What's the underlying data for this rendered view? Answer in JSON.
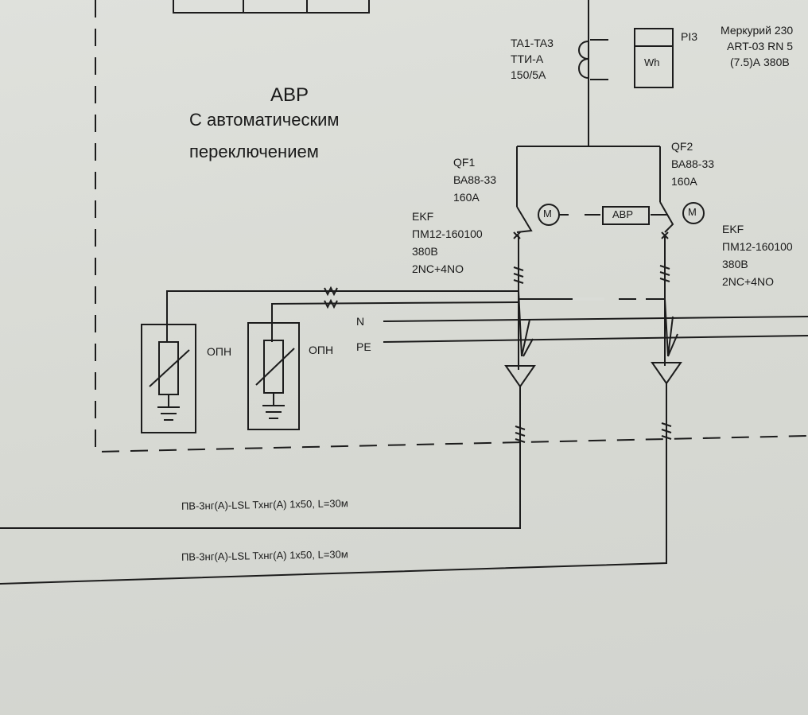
{
  "block": {
    "title": "АВР",
    "subtitle_line1": "С автоматическим",
    "subtitle_line2": "переключением"
  },
  "ct": {
    "line1": "TA1-TA3",
    "line2": "ТТИ-А",
    "line3": "150/5A"
  },
  "meter": {
    "tag": "PI3",
    "symbol": "Wh",
    "desc_line1": "Меркурий 230",
    "desc_line2": "ART-03 RN 5",
    "desc_line3": "(7.5)А 380В"
  },
  "qf1": {
    "line1": "QF1",
    "line2": "ВА88-33",
    "line3": "160А"
  },
  "qf2": {
    "line1": "QF2",
    "line2": "ВА88-33",
    "line3": "160А"
  },
  "contactor_left": {
    "line1": "EKF",
    "line2": "ПМ12-160100",
    "line3": "380В",
    "line4": "2NC+4NO"
  },
  "contactor_right": {
    "line1": "EKF",
    "line2": "ПМ12-160100",
    "line3": "380В",
    "line4": "2NC+4NO"
  },
  "avr_box": "АВР",
  "motor_symbol": "M",
  "bus": {
    "n": "N",
    "pe": "PE"
  },
  "surge": {
    "label1": "ОПН",
    "label2": "ОПН"
  },
  "cables": {
    "cable1": "ПВ-3нг(А)-LSL Тхнг(А) 1х50, L=30м",
    "cable2": "ПВ-3нг(А)-LSL Тхнг(А) 1х50, L=30м"
  }
}
